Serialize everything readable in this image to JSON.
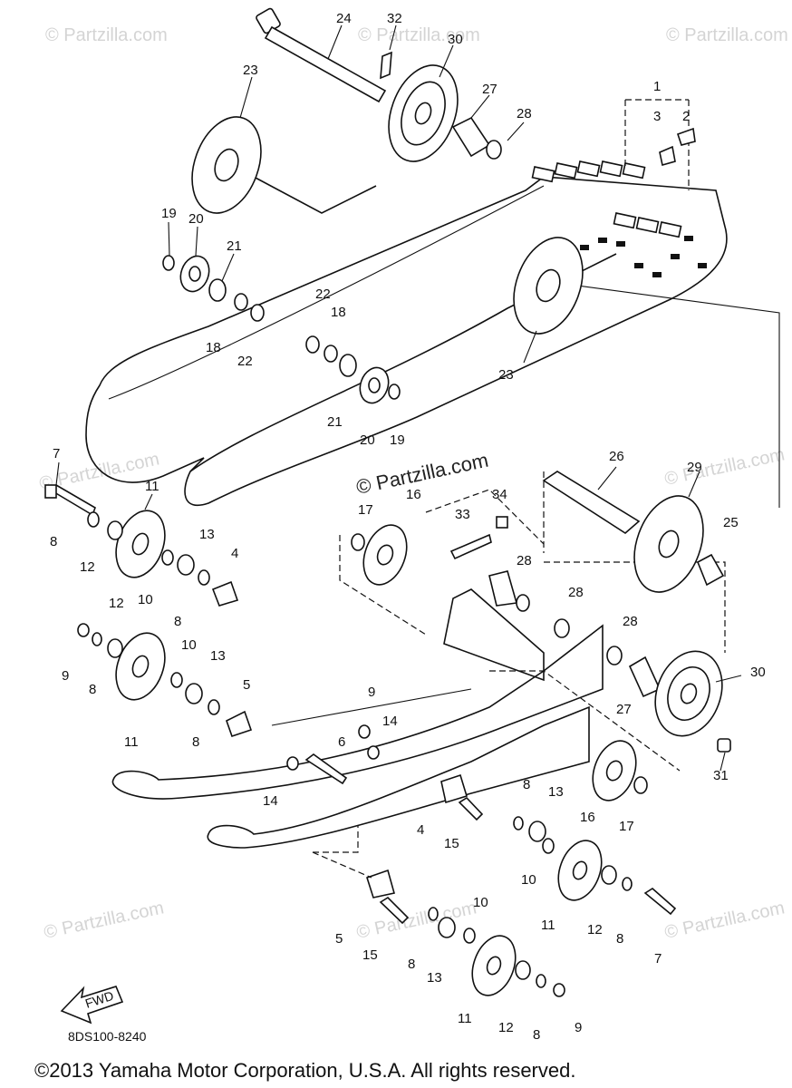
{
  "diagram": {
    "watermarks": [
      "© Partzilla.com",
      "© Partzilla.com",
      "© Partzilla.com",
      "© Partzilla.com",
      "© Partzilla.com",
      "© Partzilla.com",
      "© Partzilla.com",
      "© Partzilla.com"
    ],
    "center_watermark": "© Partzilla.com",
    "fwd_label": "FWD",
    "diagram_code": "8DS100-8240",
    "copyright": "©2013  Yamaha Motor Corporation, U.S.A. All rights reserved.",
    "callouts": [
      "24",
      "32",
      "30",
      "23",
      "27",
      "28",
      "1",
      "3",
      "2",
      "19",
      "20",
      "21",
      "22",
      "18",
      "18",
      "22",
      "23",
      "21",
      "20",
      "19",
      "7",
      "11",
      "8",
      "12",
      "10",
      "13",
      "4",
      "8",
      "17",
      "16",
      "33",
      "34",
      "26",
      "29",
      "25",
      "28",
      "28",
      "28",
      "12",
      "9",
      "8",
      "10",
      "13",
      "11",
      "5",
      "8",
      "9",
      "14",
      "6",
      "14",
      "30",
      "27",
      "31",
      "8",
      "13",
      "16",
      "17",
      "4",
      "15",
      "10",
      "11",
      "12",
      "8",
      "7",
      "5",
      "15",
      "10",
      "8",
      "13",
      "11",
      "12",
      "8",
      "9"
    ]
  }
}
